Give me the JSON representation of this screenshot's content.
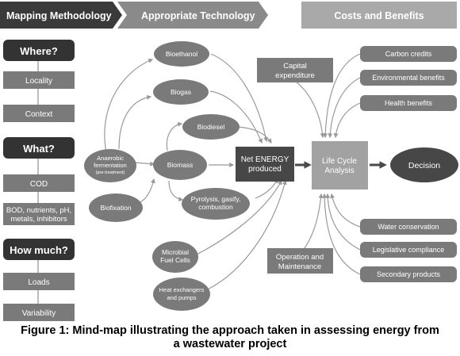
{
  "headers": {
    "mapping": "Mapping Methodology",
    "technology": "Appropriate Technology",
    "costs": "Costs and Benefits"
  },
  "left_column": {
    "where": "Where?",
    "locality": "Locality",
    "context": "Context",
    "what": "What?",
    "cod": "COD",
    "bod_line1": "BOD, nutrients, pH,",
    "bod_line2": "metals, inhibitors",
    "how_much": "How much?",
    "loads": "Loads",
    "variability": "Variability"
  },
  "technology": {
    "bioethanol": "Bioethanol",
    "biogas": "Biogas",
    "biodiesel": "Biodiesel",
    "biomass": "Biomass",
    "anaerobic_line1": "Anaerobic",
    "anaerobic_line2": "fermentation",
    "anaerobic_line3": "(pre-treatment)",
    "biofixation": "Biofixation",
    "pyrolysis_line1": "Pyrolysis, gasify,",
    "pyrolysis_line2": "combustion",
    "microbial_line1": "Microbial",
    "microbial_line2": "Fuel Cells",
    "heat_line1": "Heat exchangers",
    "heat_line2": "and pumps"
  },
  "center": {
    "net_energy_line1": "Net ENERGY",
    "net_energy_line2": "produced",
    "lca_line1": "Life Cycle",
    "lca_line2": "Analysis",
    "decision": "Decision",
    "capex_line1": "Capital",
    "capex_line2": "expenditure",
    "om_line1": "Operation and",
    "om_line2": "Maintenance"
  },
  "benefits": {
    "carbon": "Carbon credits",
    "environmental": "Environmental benefits",
    "health": "Health benefits",
    "water": "Water conservation",
    "legislative": "Legislative compliance",
    "secondary": "Secondary products"
  },
  "caption": {
    "line1": "Figure 1: Mind-map illustrating the approach taken in assessing energy from",
    "line2": "a wastewater project"
  },
  "colors": {
    "dark_box": "#333333",
    "medium_gray": "#7a7a7a",
    "header_dark": "#3a3a3a",
    "header_mid": "#8a8a8a",
    "header_light": "#a9a9a9",
    "lca_box": "#a2a2a2",
    "decision": "#474747",
    "arrow": "#9a9a9a",
    "main_arrow": "#4a4a4a"
  }
}
